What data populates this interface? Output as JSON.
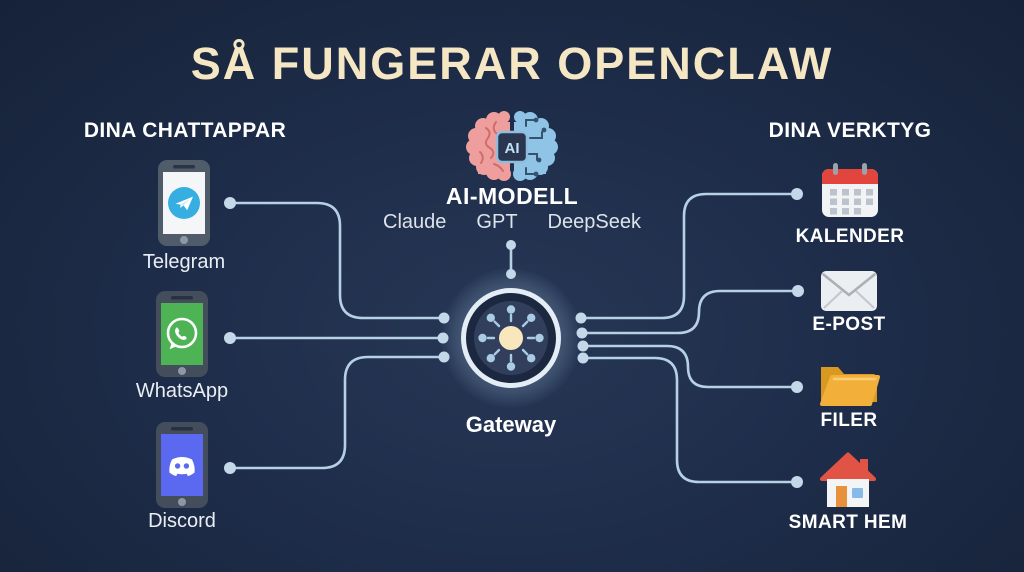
{
  "title": "SÅ FUNGERAR OPENCLAW",
  "chat_apps": {
    "header": "DINA CHATTAPPAR",
    "items": [
      {
        "label": "Telegram",
        "icon": "telegram-icon"
      },
      {
        "label": "WhatsApp",
        "icon": "whatsapp-icon"
      },
      {
        "label": "Discord",
        "icon": "discord-icon"
      }
    ]
  },
  "ai_model": {
    "header": "AI-MODELL",
    "chip_label": "AI",
    "models": [
      "Claude",
      "GPT",
      "DeepSeek"
    ]
  },
  "gateway": {
    "label": "Gateway"
  },
  "tools": {
    "header": "DINA VERKTYG",
    "items": [
      {
        "label": "KALENDER",
        "icon": "calendar-icon"
      },
      {
        "label": "E-POST",
        "icon": "email-icon"
      },
      {
        "label": "FILER",
        "icon": "folder-icon"
      },
      {
        "label": "SMART HEM",
        "icon": "smart-home-icon"
      }
    ]
  },
  "colors": {
    "background": "#1d2c49",
    "title_text": "#f5e7c4",
    "body_text": "#ffffff",
    "connector": "#b6d0e6",
    "gateway_hub": "#f8e7bd",
    "telegram_blue": "#37aee2",
    "whatsapp_green": "#4db354",
    "discord_purple": "#5b68f0",
    "calendar_red": "#e2453d",
    "folder_yellow": "#f2b03a",
    "house_red": "#e05345",
    "brain_pink": "#ef9e9e",
    "brain_blue": "#8fc4e6"
  }
}
